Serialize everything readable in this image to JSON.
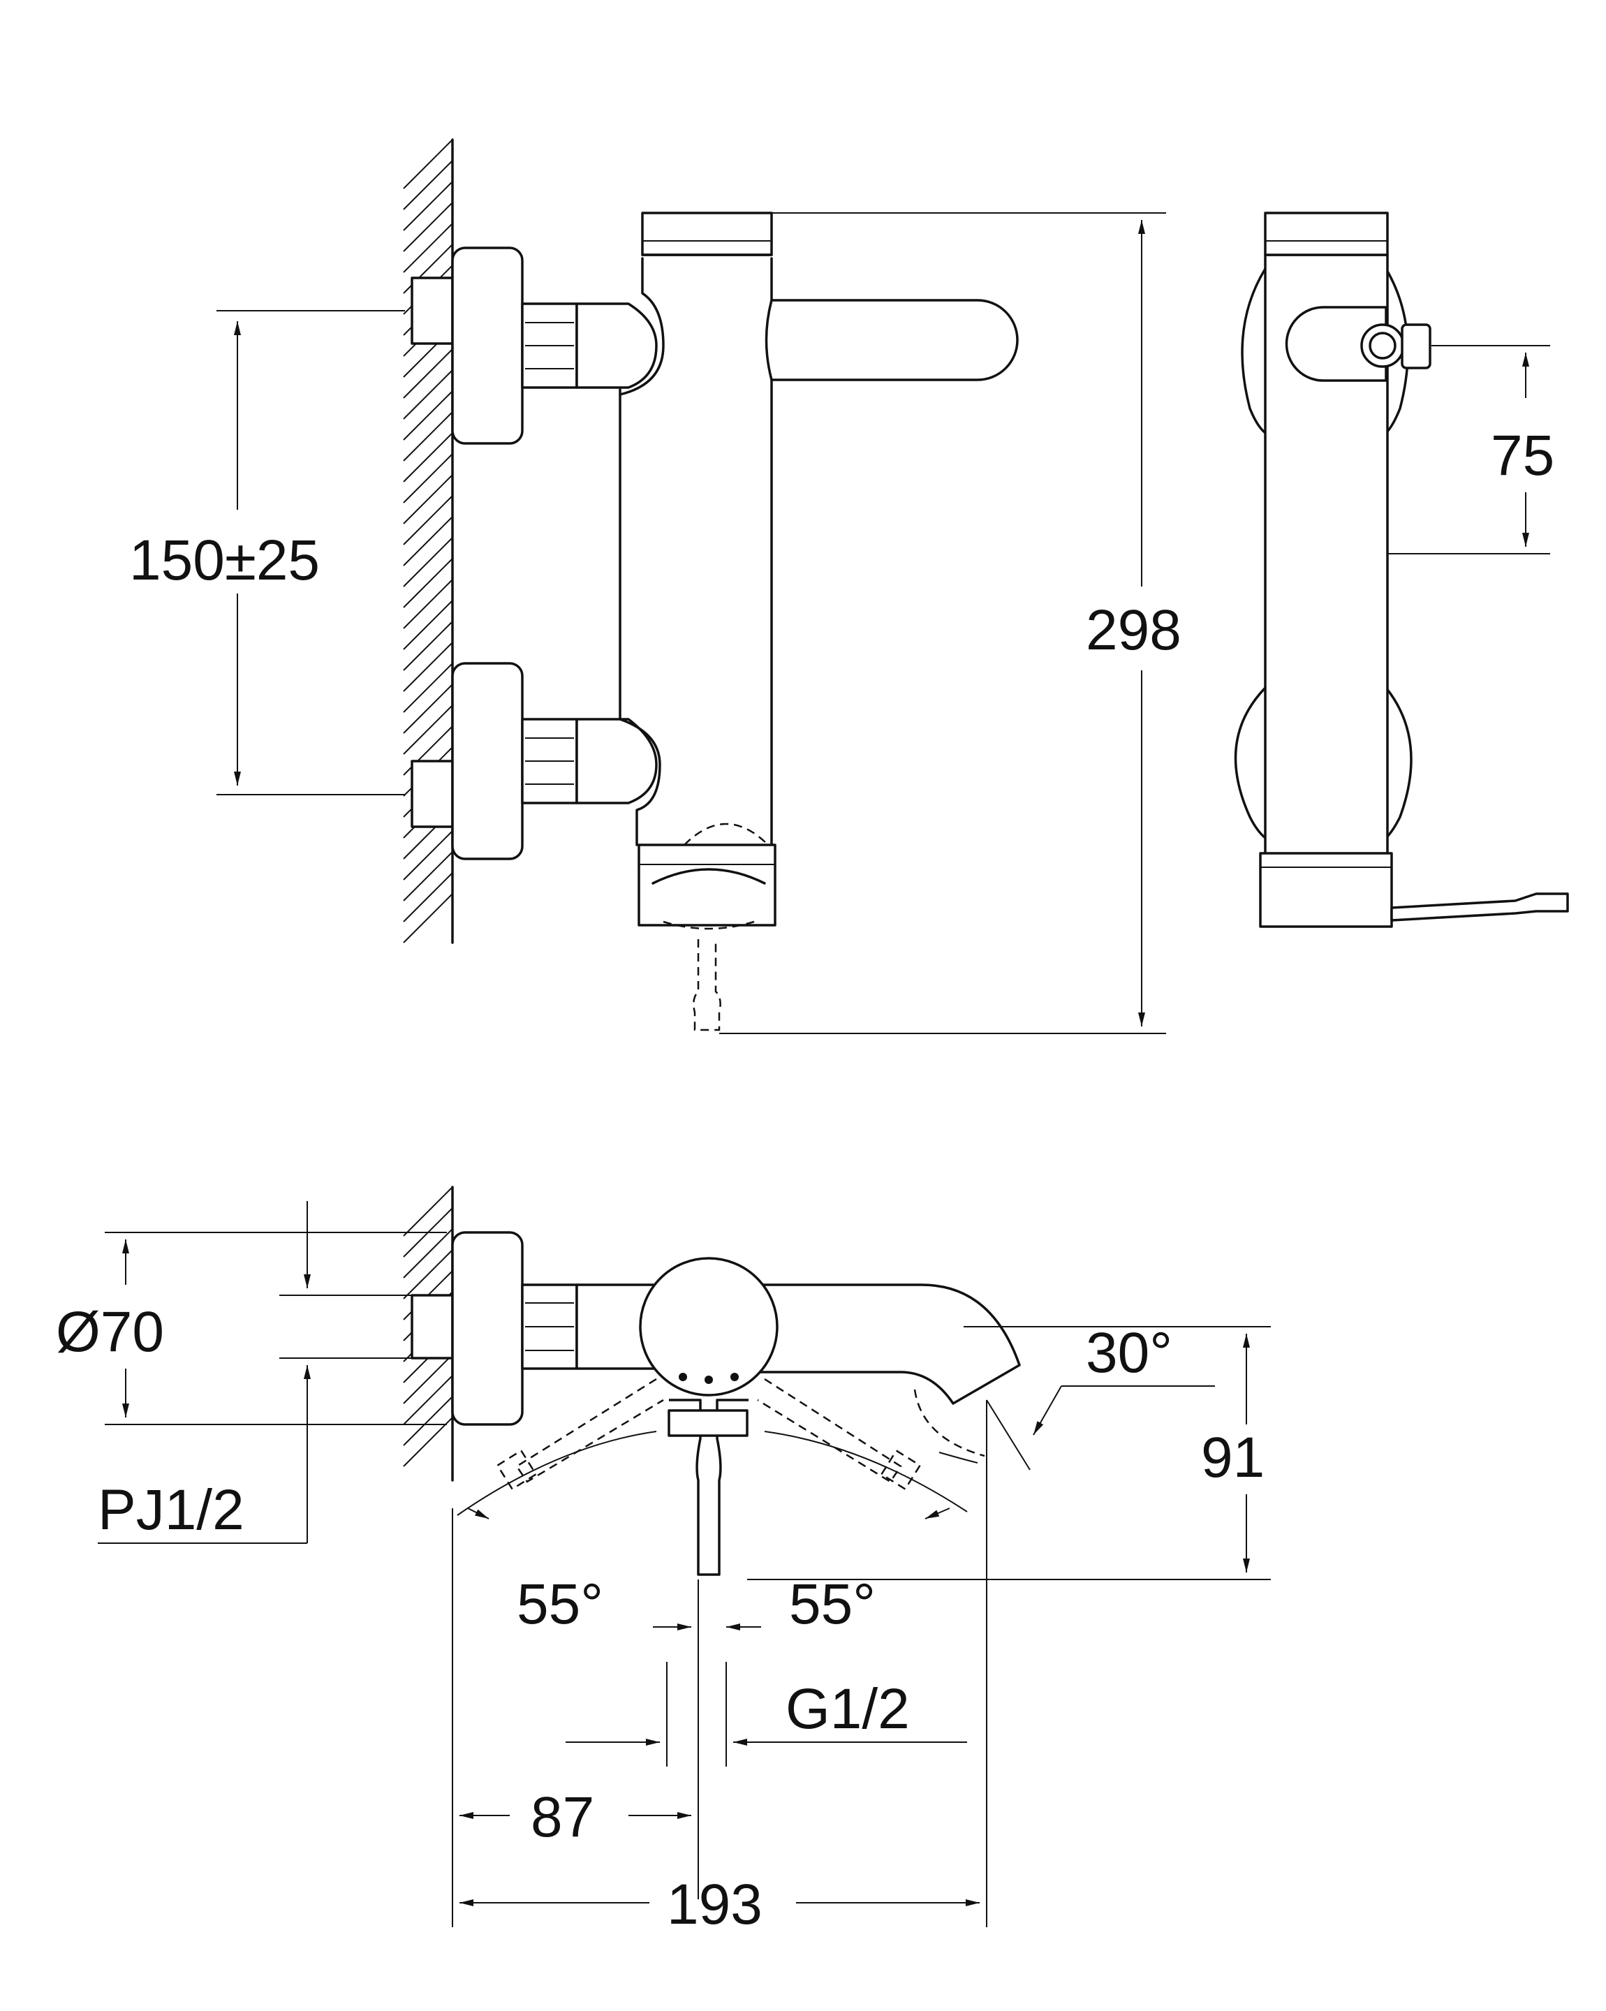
{
  "dimensions": {
    "connection_spacing": "150±25",
    "total_height": "298",
    "lever_height": "75",
    "flange_diameter": "Ø70",
    "inlet_thread": "PJ1/2",
    "swivel_angle": "30°",
    "spout_height": "91",
    "lever_angle_left": "55°",
    "lever_angle_right": "55°",
    "outlet_thread": "G1/2",
    "outlet_offset": "87",
    "total_projection": "193"
  }
}
